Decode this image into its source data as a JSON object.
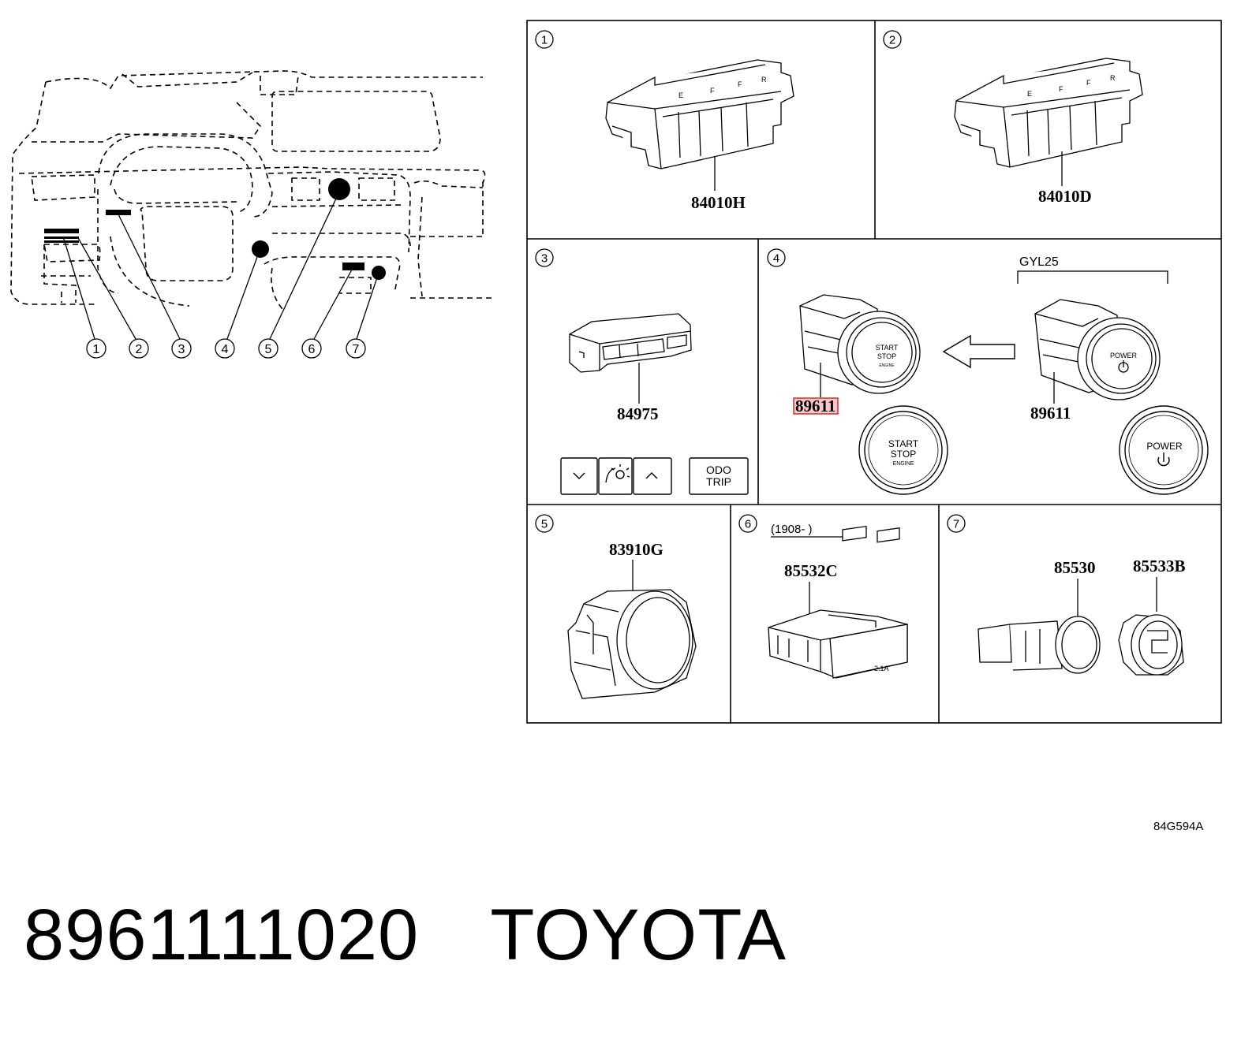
{
  "overview": {
    "callouts": [
      "1",
      "2",
      "3",
      "4",
      "5",
      "6",
      "7"
    ]
  },
  "panels": [
    {
      "number": "1",
      "parts": [
        {
          "label": "84010H"
        }
      ]
    },
    {
      "number": "2",
      "parts": [
        {
          "label": "84010D"
        }
      ]
    },
    {
      "number": "3",
      "parts": [
        {
          "label": "84975"
        }
      ],
      "switch_labels": {
        "odo_line1": "ODO",
        "odo_line2": "TRIP"
      }
    },
    {
      "number": "4",
      "variant": "GYL25",
      "parts": [
        {
          "label": "89611",
          "highlighted": true
        },
        {
          "label": "89611",
          "highlighted": false
        }
      ],
      "button_text": {
        "start": "START",
        "stop": "STOP",
        "engine": "ENGINE",
        "power": "POWER"
      }
    },
    {
      "number": "5",
      "parts": [
        {
          "label": "83910G"
        }
      ]
    },
    {
      "number": "6",
      "date_note": "(1908-       )",
      "parts": [
        {
          "label": "85532C"
        }
      ],
      "usb_text": "2.1A"
    },
    {
      "number": "7",
      "parts": [
        {
          "label": "85530"
        },
        {
          "label": "85533B"
        }
      ]
    }
  ],
  "drawing_code": "84G594A",
  "footer": {
    "part_number": "8961111020",
    "brand": "TOYOTA"
  },
  "colors": {
    "line": "#000000",
    "highlight_fill": "#f6c8cc",
    "highlight_border": "#cc2222"
  }
}
